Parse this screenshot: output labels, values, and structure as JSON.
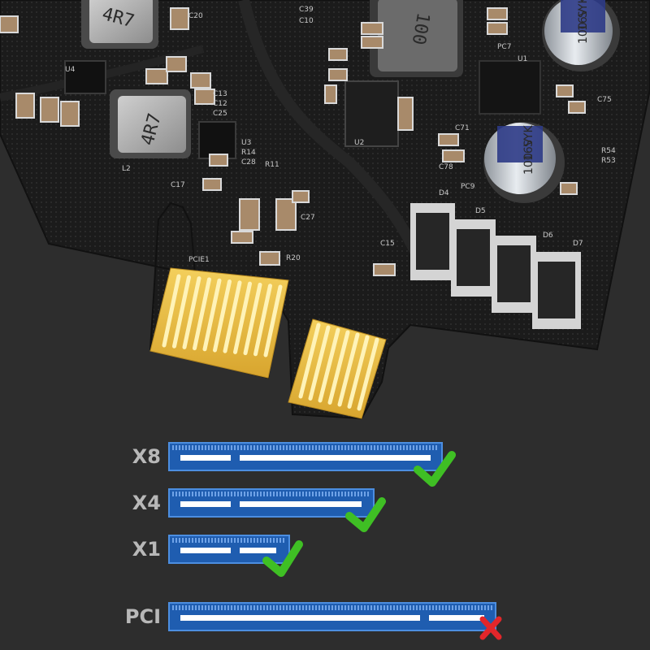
{
  "board": {
    "inductor_top_left": "4R7",
    "inductor_mid_left": "4R7",
    "inductor_top_center": "100",
    "cap_top": [
      "100",
      "16V",
      "SYK"
    ],
    "cap_mid": [
      "100",
      "16V",
      "SYK"
    ],
    "connector_label": "PCIE1",
    "silkscreen": [
      "C20",
      "C39",
      "C10",
      "L2",
      "U4",
      "C13",
      "C12",
      "C25",
      "U3",
      "R14",
      "C28",
      "R11",
      "C17",
      "U2",
      "PC7",
      "U1",
      "C75",
      "C71",
      "C78",
      "PC9",
      "R54",
      "R53",
      "D4",
      "D5",
      "D6",
      "D7",
      "C15",
      "R20",
      "C27"
    ]
  },
  "slots": [
    {
      "label": "X8",
      "result": "compatible",
      "mark": "check-icon"
    },
    {
      "label": "X4",
      "result": "compatible",
      "mark": "check-icon"
    },
    {
      "label": "X1",
      "result": "compatible",
      "mark": "check-icon"
    },
    {
      "label": "PCI",
      "result": "incompatible",
      "mark": "cross-icon"
    }
  ],
  "colors": {
    "background": "#2d2d2d",
    "pcb": "#1c1c1c",
    "gold": "#e4b63d",
    "slot_blue": "#1f5db0",
    "check_green": "#3fbf24",
    "cross_red": "#e3262a"
  }
}
